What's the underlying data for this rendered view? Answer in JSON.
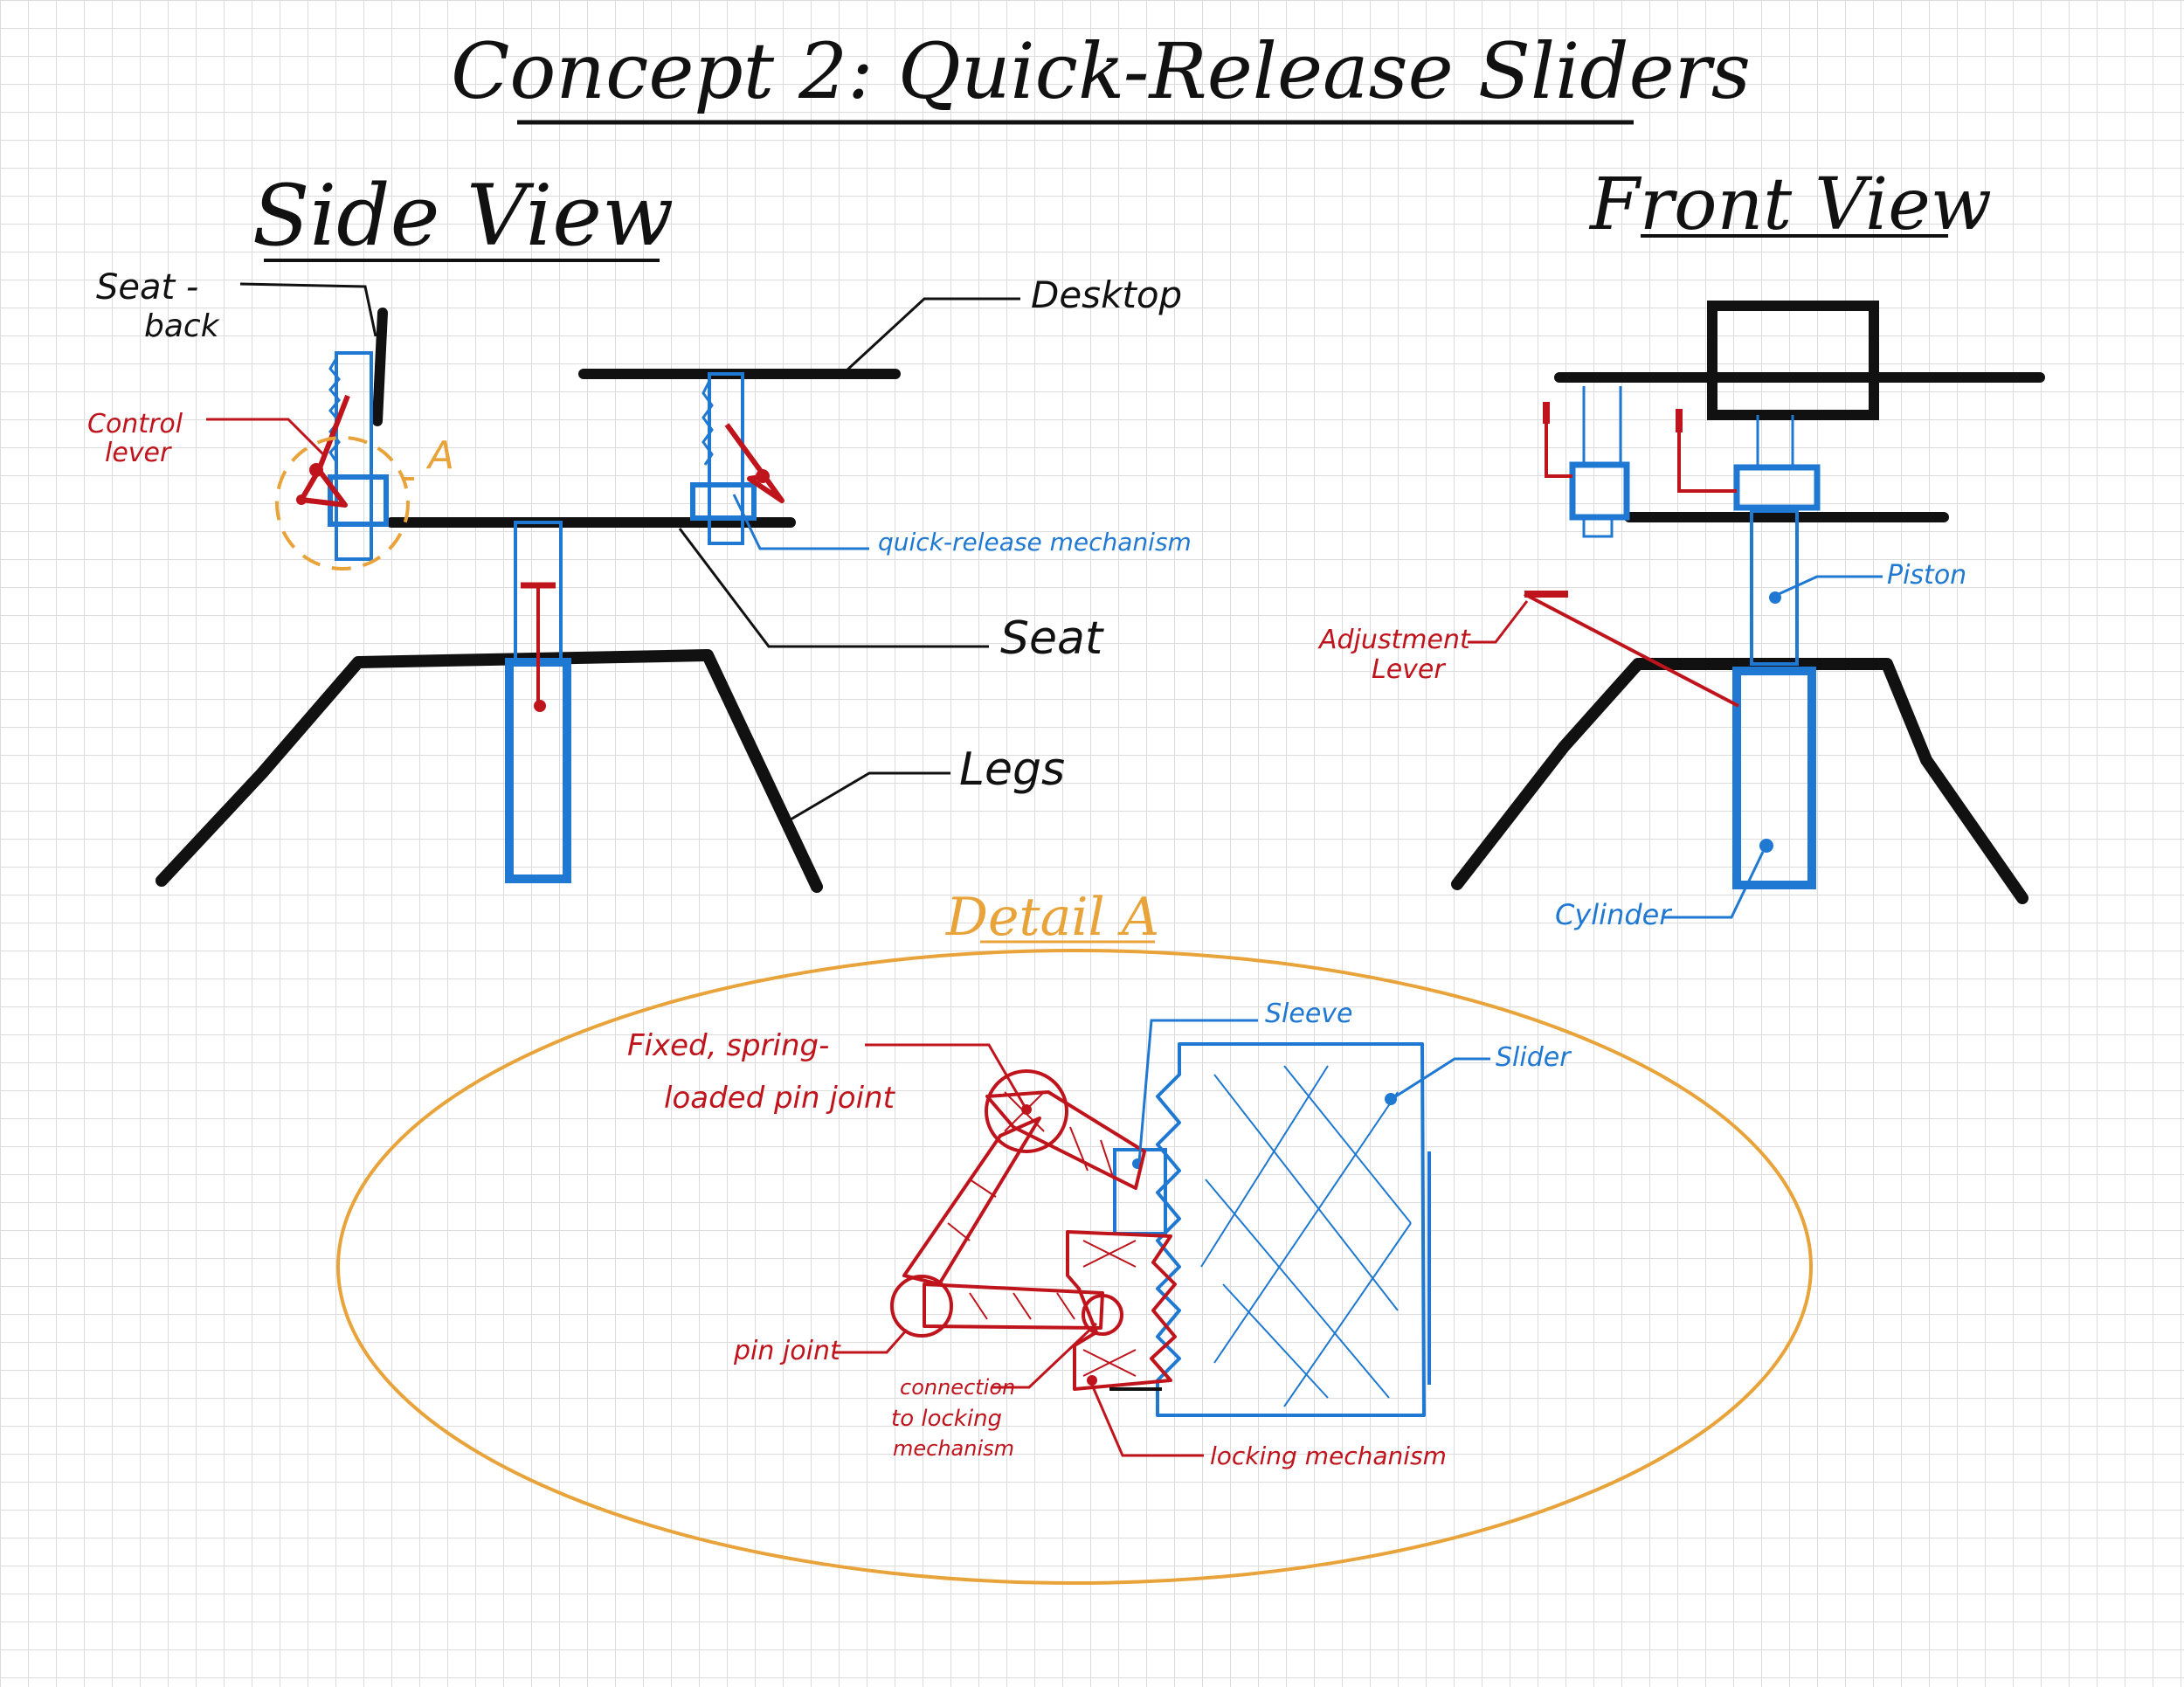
{
  "title": "Concept 2: Quick-Release Sliders",
  "side_view": {
    "heading": "Side View",
    "labels": {
      "seat_back_1": "Seat -",
      "seat_back_2": "back",
      "control_lever_1": "Control",
      "control_lever_2": "lever",
      "detail_marker": "A",
      "desktop": "Desktop",
      "quick_release": "quick-release mechanism",
      "seat": "Seat",
      "legs": "Legs"
    }
  },
  "front_view": {
    "heading": "Front View",
    "labels": {
      "piston": "Piston",
      "adjustment_lever_1": "Adjustment",
      "adjustment_lever_2": "Lever",
      "cylinder": "Cylinder"
    }
  },
  "detail_a": {
    "heading": "Detail A",
    "labels": {
      "fixed_pin_1": "Fixed, spring-",
      "fixed_pin_2": "loaded pin joint",
      "sleeve": "Sleeve",
      "slider": "Slider",
      "pin_joint": "pin joint",
      "connection_1": "connection",
      "connection_2": "to locking",
      "connection_3": "mechanism",
      "locking_mechanism": "locking mechanism"
    }
  },
  "colors": {
    "ink": "#111111",
    "red": "#c0141c",
    "blue": "#1f78d1",
    "orange": "#e8a33a"
  }
}
